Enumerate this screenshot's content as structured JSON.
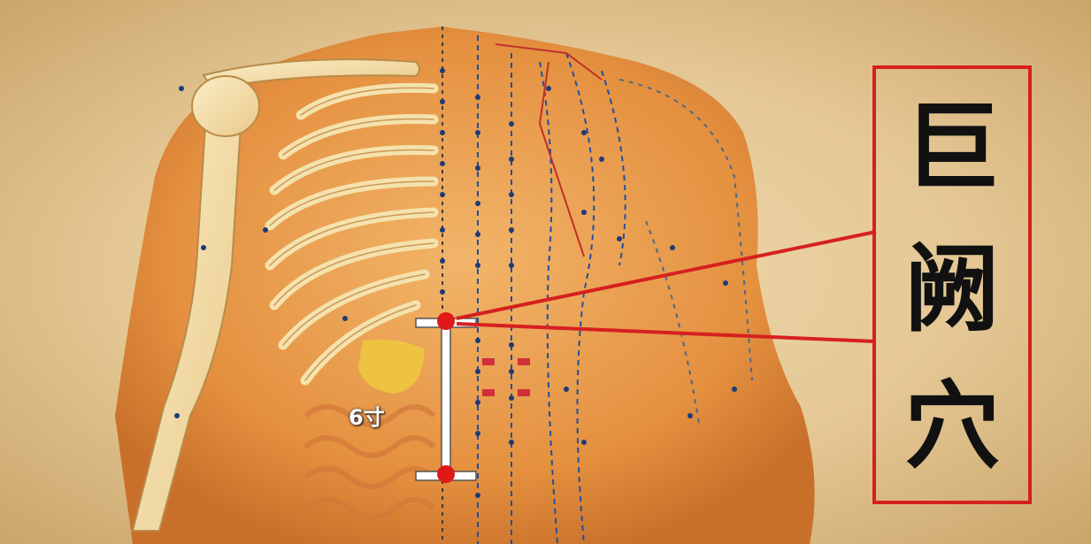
{
  "title": {
    "chars": [
      "巨",
      "阙",
      "穴"
    ]
  },
  "measurement": {
    "label": "6寸"
  },
  "colors": {
    "pointer": "#d62020",
    "background": "#e4c794",
    "skin": "#e79a4a",
    "bone": "#f3dea8"
  }
}
